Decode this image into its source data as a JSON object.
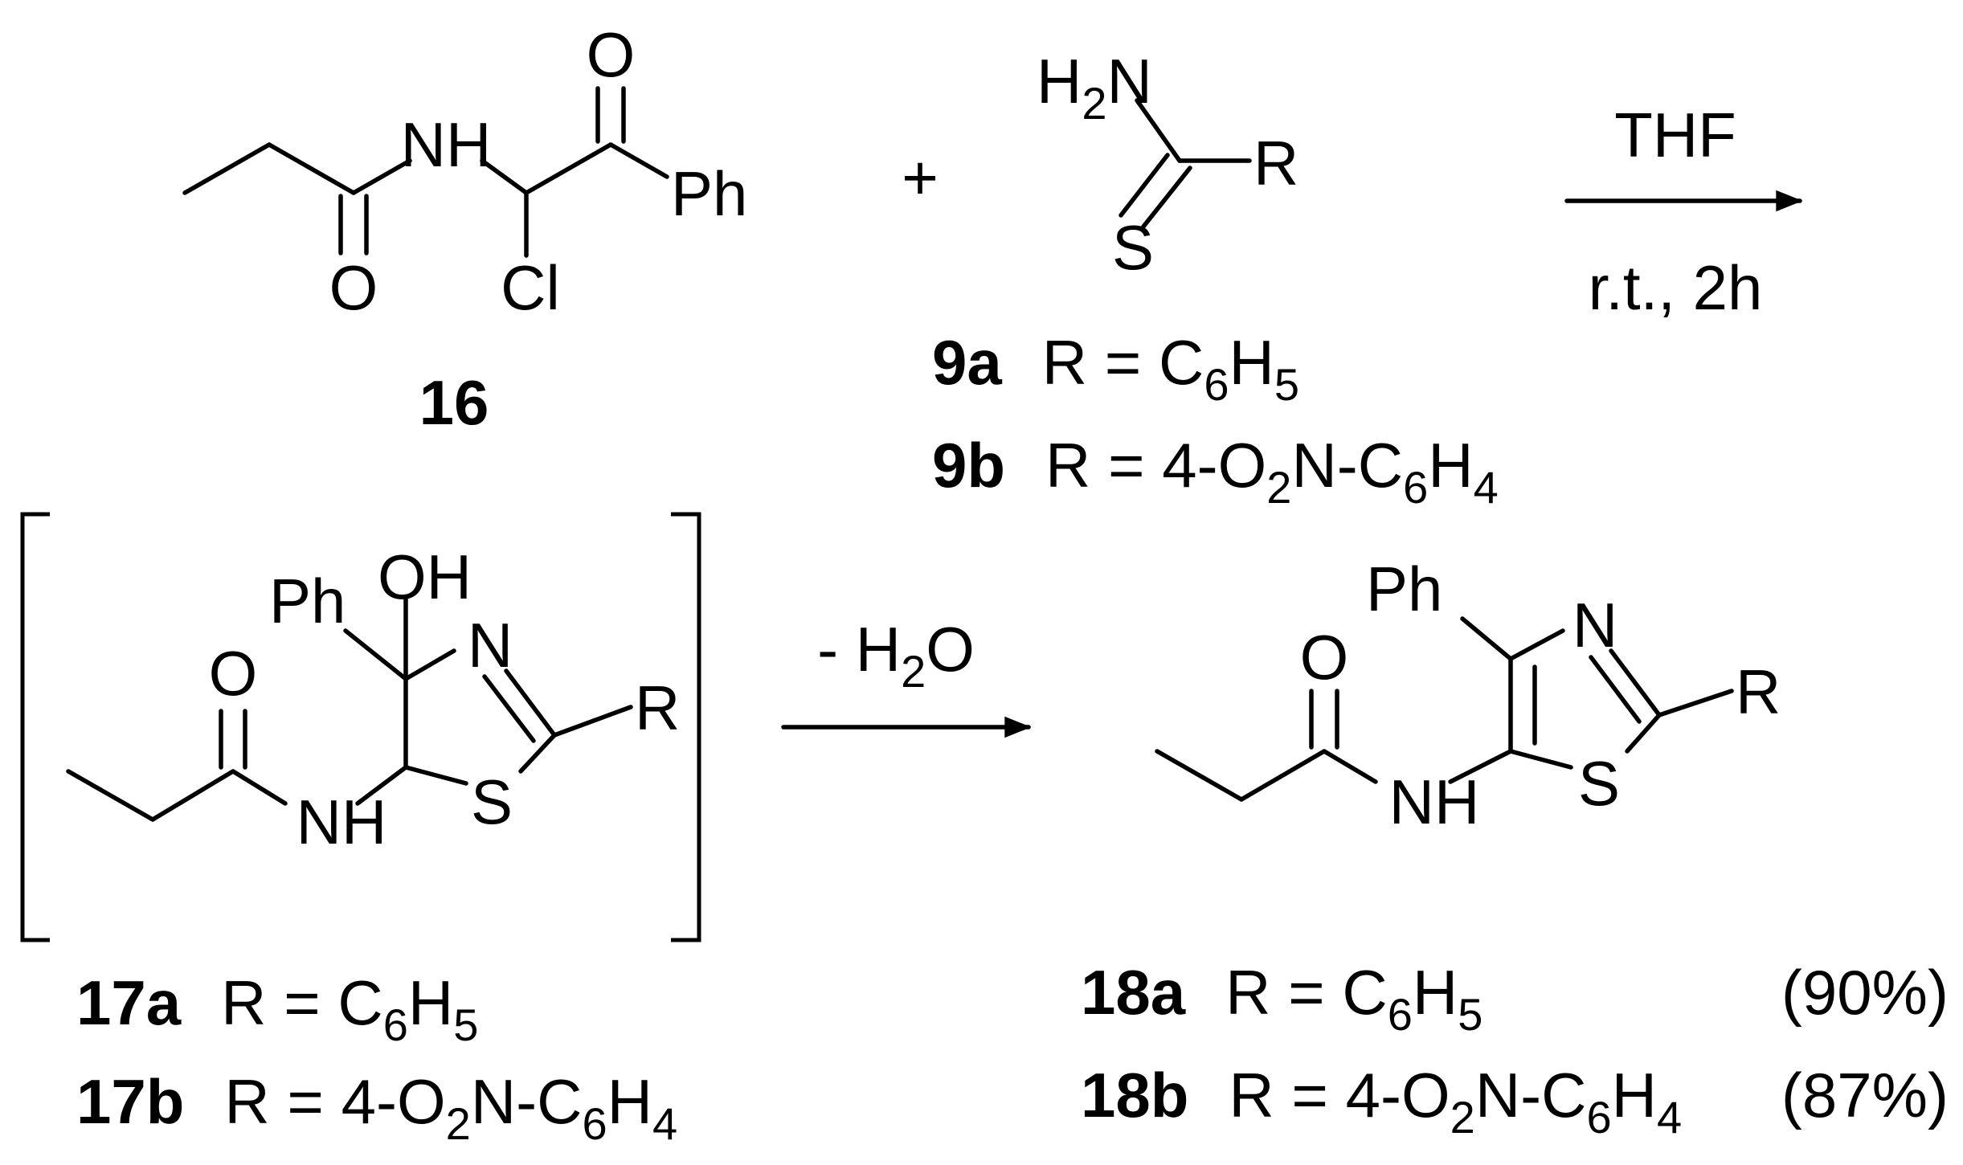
{
  "scheme": {
    "plus_sign": "+",
    "compound_16": {
      "id": "16",
      "atoms": {
        "o_amide": "O",
        "nh": "NH",
        "o_ketone": "O",
        "ph": "Ph",
        "cl": "Cl"
      }
    },
    "compound_9": {
      "atoms": {
        "h2n_h": "H",
        "h2n_2": "2",
        "h2n_n": "N",
        "r": "R",
        "s": "S"
      },
      "variants": [
        {
          "id": "9a",
          "r_prefix": "R = C",
          "sub1": "6",
          "mid": "H",
          "sub2": "5",
          "tail": ""
        },
        {
          "id": "9b",
          "r_prefix": "R = 4-O",
          "sub1": "2",
          "mid": "N-C",
          "sub2": "6",
          "tail": "H",
          "sub3": "4"
        }
      ]
    },
    "arrow_1": {
      "above": "THF",
      "below": "r.t., 2h"
    },
    "compound_17": {
      "atoms": {
        "ph": "Ph",
        "oh": "OH",
        "o_amide": "O",
        "n": "N",
        "r": "R",
        "nh": "NH",
        "s": "S"
      },
      "variants": [
        {
          "id": "17a",
          "r_prefix": "R = C",
          "sub1": "6",
          "mid": "H",
          "sub2": "5"
        },
        {
          "id": "17b",
          "r_prefix": "R = 4-O",
          "sub1": "2",
          "mid": "N-C",
          "sub2": "6",
          "tail": "H",
          "sub3": "4"
        }
      ]
    },
    "arrow_2": {
      "above_prefix": "- H",
      "above_sub": "2",
      "above_suffix": "O"
    },
    "compound_18": {
      "atoms": {
        "ph": "Ph",
        "o_amide": "O",
        "n": "N",
        "r": "R",
        "nh": "NH",
        "s": "S"
      },
      "variants": [
        {
          "id": "18a",
          "r_prefix": "R = C",
          "sub1": "6",
          "mid": "H",
          "sub2": "5",
          "yield": "(90%)"
        },
        {
          "id": "18b",
          "r_prefix": "R = 4-O",
          "sub1": "2",
          "mid": "N-C",
          "sub2": "6",
          "tail": "H",
          "sub3": "4",
          "yield": "(87%)"
        }
      ]
    }
  }
}
